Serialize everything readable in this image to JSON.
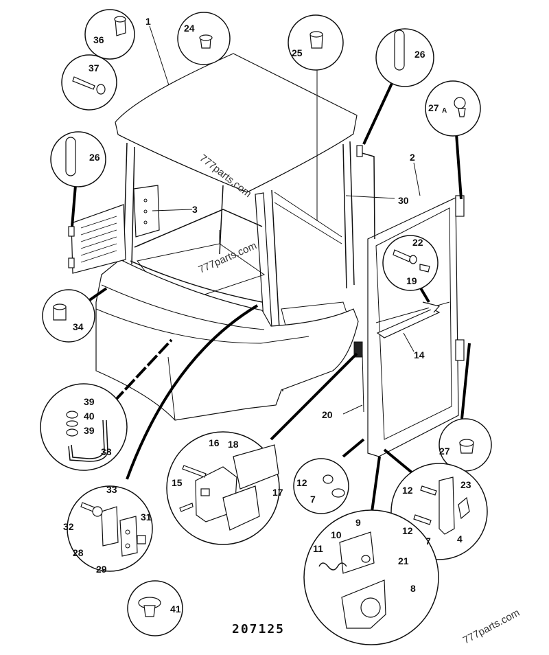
{
  "drawing_number": "207125",
  "watermarks": {
    "upper": "777parts.com",
    "middle": "777parts.com",
    "corner": "777parts.com"
  },
  "callouts": {
    "c1": "1",
    "c2": "2",
    "c3": "3",
    "c4": "4",
    "c7a": "7",
    "c7b": "7",
    "c8": "8",
    "c9": "9",
    "c10": "10",
    "c11": "11",
    "c12a": "12",
    "c12b": "12",
    "c12c": "12",
    "c14": "14",
    "c15": "15",
    "c16": "16",
    "c17": "17",
    "c18": "18",
    "c19": "19",
    "c20": "20",
    "c21": "21",
    "c22": "22",
    "c23": "23",
    "c24": "24",
    "c25": "25",
    "c26a": "26",
    "c26b": "26",
    "c27": "27",
    "c27a": "27",
    "c27a_suffix": "A",
    "c28": "28",
    "c29": "29",
    "c30": "30",
    "c31": "31",
    "c32": "32",
    "c33": "33",
    "c34": "34",
    "c36": "36",
    "c37": "37",
    "c38": "38",
    "c39a": "39",
    "c39b": "39",
    "c40": "40",
    "c41": "41"
  }
}
